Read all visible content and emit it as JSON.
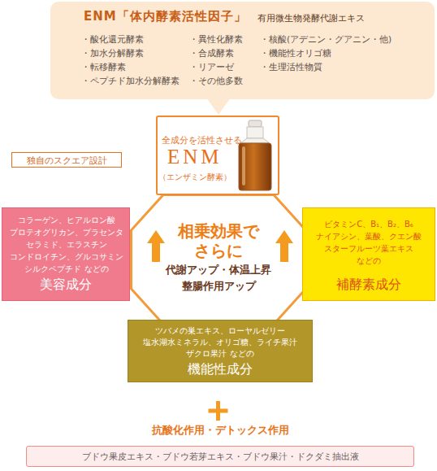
{
  "diagram": {
    "nodes": [
      {
        "text": [
          "ENM「体内酵素活性因子」",
          "有用微生物発酵代謝エキス",
          "・酸化還元酵素",
          "・加水分解酵素",
          "・転移酵素",
          "・ペプチド加水分解酵素",
          "・異性化酵素",
          "・合成酵素",
          "・リアーゼ",
          "・その他多数",
          "・核酸(アデニン・グアニン・他)",
          "・機能性オリゴ糖",
          "・生理活性物質"
        ]
      },
      {
        "text": [
          "全成分を活性させる",
          "ENM",
          "（エンザミン酵素）"
        ]
      },
      {
        "text": [
          "独自のスクエア設計"
        ]
      },
      {
        "text": [
          "相乗効果で さらに",
          "代謝アップ・体温上昇 整腸作用アップ"
        ]
      },
      {
        "text": [
          "コラーゲン、ヒアルロン酸 プロテオグリカン、プラセンタ セラミド、エラスチン コンドロイチン、グルコサミン シルクペプチド などの",
          "美容成分"
        ]
      },
      {
        "text": [
          "ビタミンC、B₁、B₂、B₆ ナイアシン、葉酸、クエン酸 スターフルーツ葉エキス などの",
          "補酵素成分"
        ]
      },
      {
        "text": [
          "ツバメの巣エキス、ローヤルゼリー 塩水湖水ミネラル、オリゴ糖、ライチ果汁 ザクロ果汁 などの",
          "機能性成分"
        ]
      },
      {
        "text": [
          "抗酸化作用・デトックス作用",
          "ブドウ果皮エキス・ブドウ若芽エキス・ブドウ果汁・ドクダミ抽出液"
        ]
      }
    ]
  }
}
